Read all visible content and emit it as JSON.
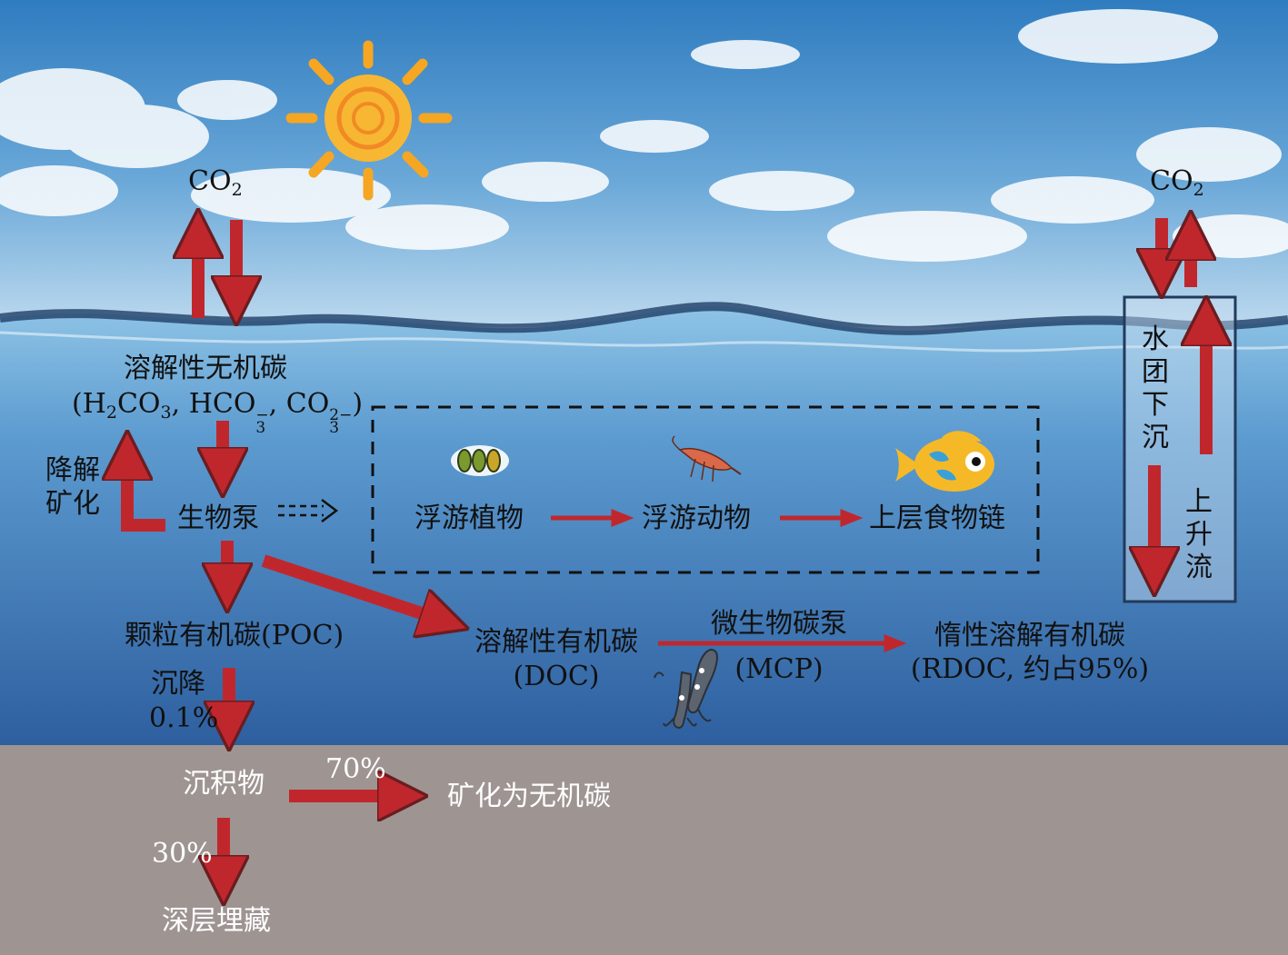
{
  "colors": {
    "arrow": "#c0272d",
    "sediment": "#9e9592",
    "sky_top": "#2f7cc0",
    "ocean_deep": "#2e5f9f",
    "sun": "#f5a623"
  },
  "icons": [
    "sun-icon",
    "phytoplankton-icon",
    "zooplankton-icon",
    "fish-icon",
    "bacteria-icon"
  ],
  "atmosphere": {
    "co2_left": {
      "main": "CO",
      "sub": "2"
    },
    "co2_right": {
      "main": "CO",
      "sub": "2"
    }
  },
  "dic": {
    "title": "溶解性无机碳",
    "open": "(H",
    "h2co3_sub": "2",
    "t1": "CO",
    "h2co3_sub3": "3",
    "sep1": ", HCO",
    "hco3_sup": "−",
    "hco3_sub": "3",
    "sep2": ", CO",
    "co3_sup": "2−",
    "co3_sub": "3",
    "close": ")"
  },
  "degradation": {
    "line1": "降解",
    "line2": "矿化"
  },
  "biological_pump": "生物泵",
  "food_chain": {
    "phytoplankton": "浮游植物",
    "zooplankton": "浮游动物",
    "upper": "上层食物链"
  },
  "poc": "颗粒有机碳(POC)",
  "doc": {
    "line1": "溶解性有机碳",
    "line2": "(DOC)"
  },
  "mcp": {
    "line1": "微生物碳泵",
    "line2": "(MCP)"
  },
  "rdoc": {
    "line1": "惰性溶解有机碳",
    "line2": "(RDOC, 约占95%)"
  },
  "sinking": {
    "label": "沉降",
    "percent": "0.1%"
  },
  "sediment": {
    "label": "沉积物",
    "mineral_percent": "70%",
    "mineral_label": "矿化为无机碳",
    "burial_percent": "30%",
    "burial_label": "深层埋藏"
  },
  "downwelling": [
    "水",
    "团",
    "下",
    "沉"
  ],
  "upwelling": [
    "上",
    "升",
    "流"
  ]
}
